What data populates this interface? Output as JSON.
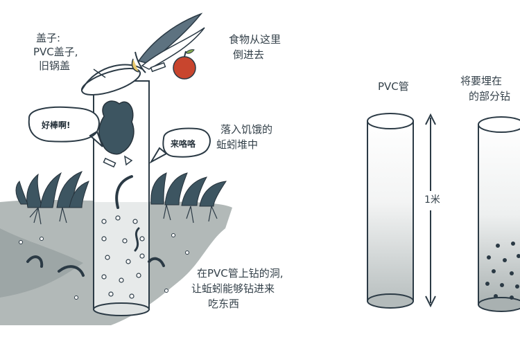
{
  "labels": {
    "lid_title": "盖子:",
    "lid_line2": "PVC盖子,",
    "lid_line3": "旧锅盖",
    "food_line1": "食物从这里",
    "food_line2": "倒进去",
    "bubble_left": "好棒啊!",
    "bubble_right": "来咯咯",
    "fall_line1": "落入饥饿的",
    "fall_line2": "蚯蚓堆中",
    "drill_line1": "在PVC管上钻的洞,",
    "drill_line2": "让蚯蚓能够钻进来",
    "drill_line3": "吃东西",
    "pvc_pipe": "PVC管",
    "one_meter": "1米",
    "bury_line1": "将要埋在",
    "bury_line2": "的部分钻"
  },
  "colors": {
    "line": "#2b3a45",
    "soil": "#9aa4a2",
    "soil_dark": "#6f7b7c",
    "plant": "#3d5561",
    "apple": "#c8452e",
    "leaf_green": "#86ab4e"
  }
}
